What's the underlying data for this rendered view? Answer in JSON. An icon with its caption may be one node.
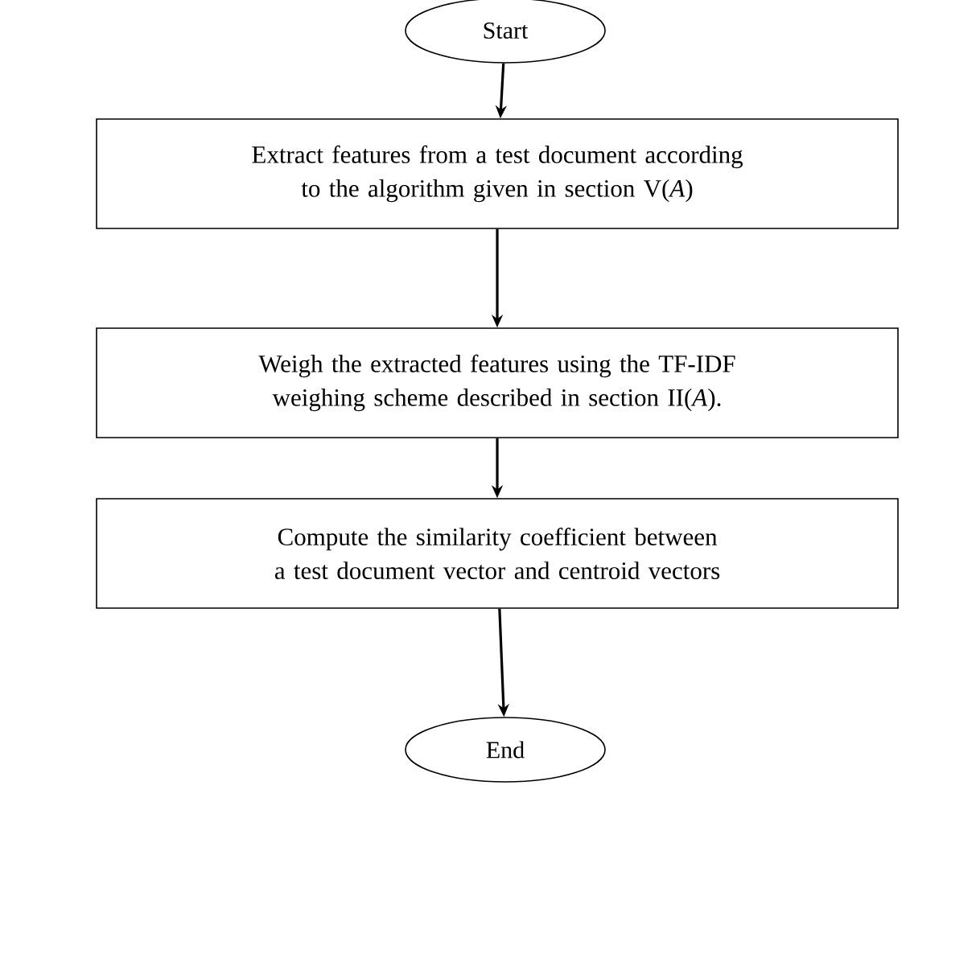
{
  "diagram": {
    "nodes": [
      {
        "text": [
          "Start"
        ]
      },
      {
        "text": [
          "Extract features from a test document according to the algorithm given in section V(*A*)"
        ]
      },
      {
        "text": [
          "Weigh the extracted features using the TF-IDF weighing scheme described in section II(*A*)."
        ]
      },
      {
        "text": [
          "Compute the similarity coefficient between a test document vector and centroid vectors"
        ]
      },
      {
        "text": [
          "End"
        ]
      }
    ],
    "edges": [
      {
        "from": 0,
        "to": 1,
        "arrow": "to"
      },
      {
        "from": 1,
        "to": 2,
        "arrow": "to"
      },
      {
        "from": 2,
        "to": 3,
        "arrow": "to"
      },
      {
        "from": 3,
        "to": 4,
        "arrow": "to"
      }
    ]
  }
}
